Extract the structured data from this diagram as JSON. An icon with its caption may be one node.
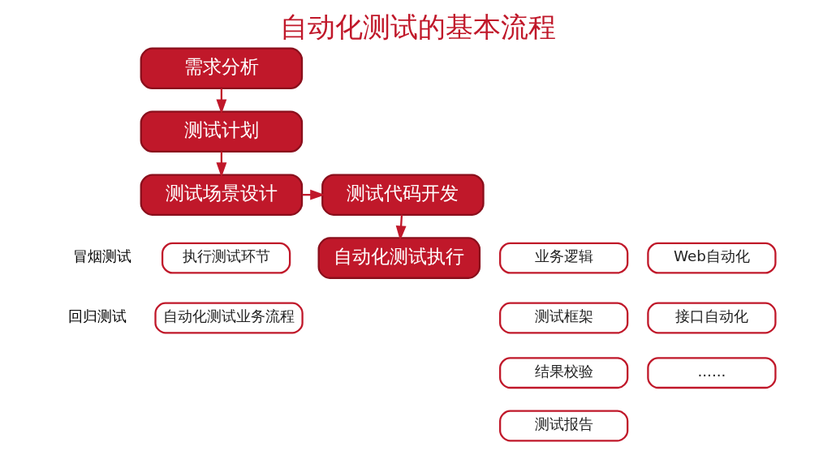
{
  "diagram": {
    "title": "自动化测试的基本流程",
    "nodes": [
      {
        "text": [
          "需求分析"
        ]
      },
      {
        "text": [
          "测试计划"
        ]
      },
      {
        "text": [
          "测试场景设计"
        ]
      },
      {
        "text": [
          "测试代码开发"
        ]
      },
      {
        "text": [
          "自动化测试执行"
        ]
      },
      {
        "text": [
          "业务逻辑"
        ]
      },
      {
        "text": [
          "测试框架"
        ]
      },
      {
        "text": [
          "结果校验"
        ]
      },
      {
        "text": [
          "测试报告"
        ]
      },
      {
        "text": [
          "执行测试环节"
        ]
      },
      {
        "text": [
          "自动化测试业务流程"
        ]
      },
      {
        "text": [
          "Web自动化"
        ]
      },
      {
        "text": [
          "接口自动化"
        ]
      },
      {
        "text": [
          "......"
        ]
      }
    ],
    "edges": [
      {
        "from": 0,
        "to": 1,
        "arrow": "to"
      },
      {
        "from": 1,
        "to": 2,
        "arrow": "to"
      },
      {
        "from": 2,
        "to": 3,
        "arrow": "to"
      },
      {
        "from": 3,
        "to": 4,
        "arrow": "to"
      }
    ],
    "labels": [
      "冒烟测试",
      "回归测试"
    ]
  }
}
